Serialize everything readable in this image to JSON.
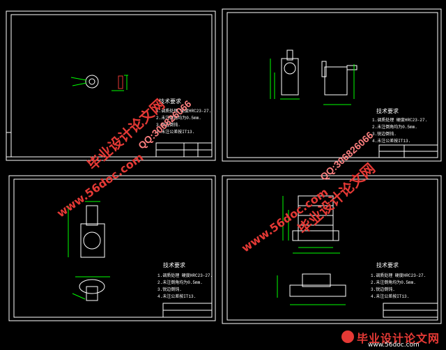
{
  "sheets": [
    {
      "id": "sheet-1",
      "tech_title": "技术要求",
      "tech_lines": [
        "1.调质处理 硬度HRC23-27.",
        "2.未注倒角均为0.5mm.",
        "3.锐边倒钝.",
        "4.未注公差按IT13."
      ]
    },
    {
      "id": "sheet-2",
      "tech_title": "技术要求",
      "tech_lines": [
        "1.调质处理 硬度HRC23-27.",
        "2.未注倒角均为0.5mm.",
        "3.锐边倒钝.",
        "4.未注公差按IT13."
      ]
    },
    {
      "id": "sheet-3",
      "tech_title": "技术要求",
      "tech_lines": [
        "1.调质处理 硬度HRC23-27.",
        "2.未注倒角均为0.5mm.",
        "3.锐边倒钝.",
        "4.未注公差按IT13."
      ]
    },
    {
      "id": "sheet-4",
      "tech_title": "技术要求",
      "tech_lines": [
        "1.调质处理 硬度HRC23-27.",
        "2.未注倒角均为0.5mm.",
        "3.锐边倒钝.",
        "4.未注公差按IT13."
      ]
    }
  ],
  "watermarks": {
    "brand": "毕业设计论文网",
    "site": "www.56doc.com",
    "qq": "QQ:306826066"
  },
  "footer": {
    "title": "毕业设计论文网",
    "site": "www.56doc.com"
  },
  "colors": {
    "frame": "#ffffff",
    "dimension": "#00ff00",
    "outline": "#ffffff",
    "watermark_red": "#e53935",
    "watermark_pink": "#ff8080"
  }
}
